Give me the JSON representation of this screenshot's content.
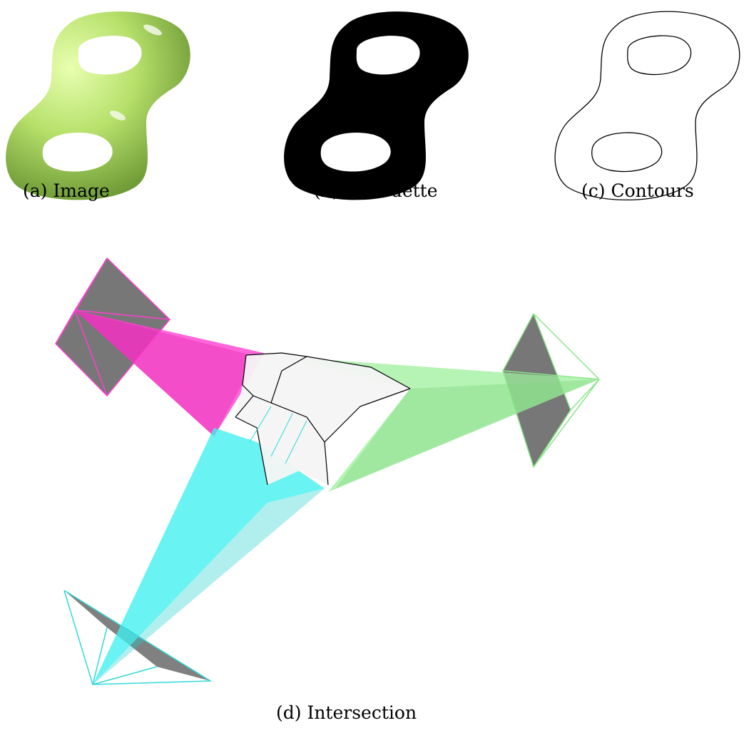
{
  "figure": {
    "panels": [
      {
        "id": "a",
        "caption": "(a) Image"
      },
      {
        "id": "b",
        "caption": "(b) Silhouette"
      },
      {
        "id": "c",
        "caption": "(c) Contours"
      },
      {
        "id": "d",
        "caption": "(d) Intersection"
      }
    ]
  },
  "colors": {
    "torus": "#b6e06a",
    "silhouette": "#000000",
    "contour": "#000000",
    "cone_magenta": "#ff40d0",
    "cone_green": "#9ef09e",
    "cone_cyan": "#40f0f0",
    "image_plane": "#555555",
    "intersection": "#f4f4f4"
  }
}
